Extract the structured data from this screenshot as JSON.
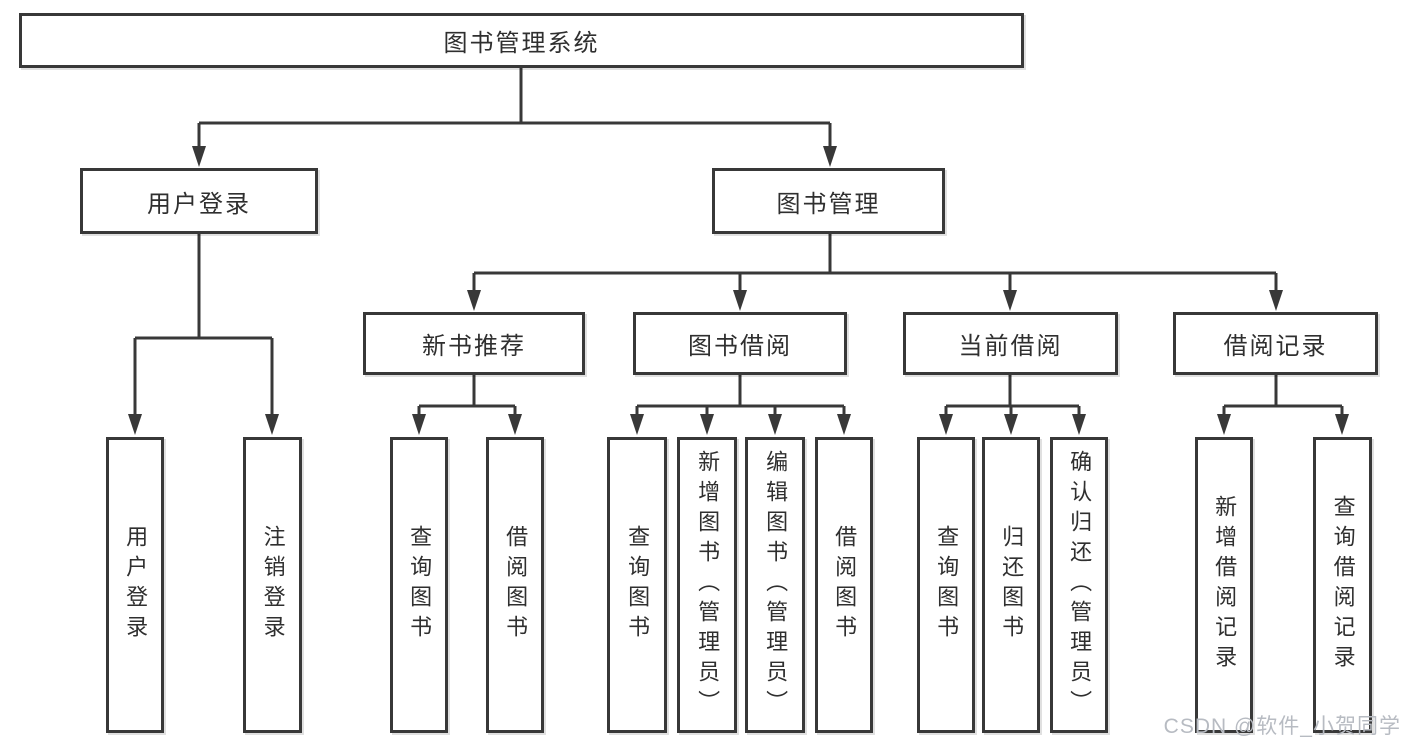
{
  "title": "图书管理系统",
  "watermark": {
    "text": "CSDN @软件_小贺同学"
  },
  "colors": {
    "line": "#383838",
    "text": "#2f2f2f",
    "node_background": "#ffffff",
    "watermark": "#b7bbc2"
  },
  "tree": {
    "root": {
      "label": "图书管理系统",
      "children": [
        {
          "label": "用户登录",
          "children": [
            {
              "label": "用户登录"
            },
            {
              "label": "注销登录"
            }
          ]
        },
        {
          "label": "图书管理",
          "children": [
            {
              "label": "新书推荐",
              "children": [
                {
                  "label": "查询图书"
                },
                {
                  "label": "借阅图书"
                }
              ]
            },
            {
              "label": "图书借阅",
              "children": [
                {
                  "label": "查询图书"
                },
                {
                  "label": "新增图书（管理员）"
                },
                {
                  "label": "编辑图书（管理员）"
                },
                {
                  "label": "借阅图书"
                }
              ]
            },
            {
              "label": "当前借阅",
              "children": [
                {
                  "label": "查询图书"
                },
                {
                  "label": "归还图书"
                },
                {
                  "label": "确认归还（管理员）"
                }
              ]
            },
            {
              "label": "借阅记录",
              "children": [
                {
                  "label": "新增借阅记录"
                },
                {
                  "label": "查询借阅记录"
                }
              ]
            }
          ]
        }
      ]
    }
  }
}
